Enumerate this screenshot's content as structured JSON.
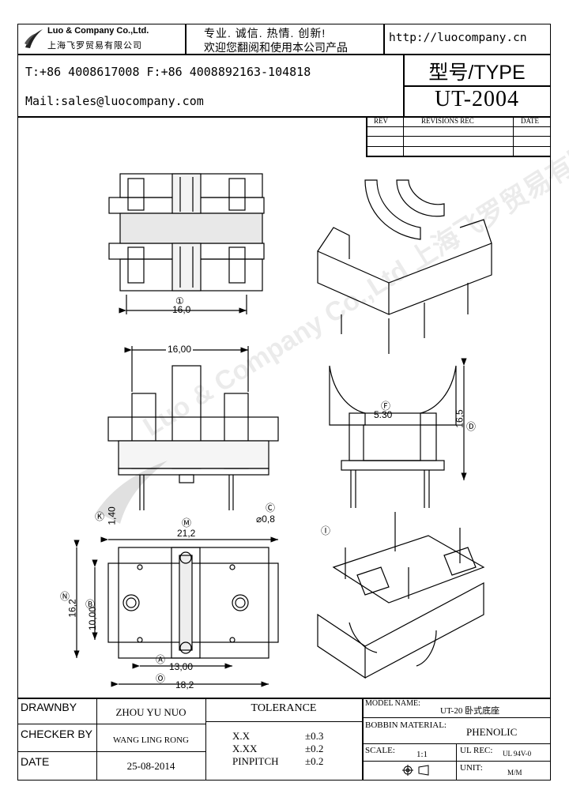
{
  "header": {
    "company_en": "Luo & Company Co.,Ltd.",
    "company_cn": "上海飞罗贸易有限公司",
    "slogan_line1": "专业. 诚信. 热情. 创新!",
    "slogan_line2": "欢迎您翻阅和使用本公司产品",
    "website": "http://luocompany.cn",
    "phone_fax": "T:+86 4008617008 F:+86 4008892163-104818",
    "mail": "Mail:sales@luocompany.com",
    "type_label": "型号/TYPE",
    "model": "UT-2004"
  },
  "revisions": {
    "col_rev": "REV",
    "col_rec": "REVISIONS REC",
    "col_date": "DATE"
  },
  "drawing": {
    "watermark": "Luo & Company Co.,Ltd 上海飞罗贸易有限公司",
    "dims": {
      "top_width": "16,0",
      "top_label": "①",
      "front_width": "16,00",
      "side_slot": "5.30",
      "side_slot_tag": "Ⓕ",
      "side_height": "16,5",
      "side_height_tag": "Ⓓ",
      "pin_len": "1,40",
      "pin_len_tag": "Ⓚ",
      "pin_dia": "⌀0,8",
      "pin_dia_tag": "Ⓒ",
      "side_bottom_tag": "Ⓘ",
      "overall_width": "21,2",
      "overall_width_tag": "Ⓜ",
      "overall_depth": "16,2",
      "overall_depth_tag": "Ⓝ",
      "inner_depth": "10,00",
      "inner_depth_tag": "Ⓑ",
      "pitch_w": "13,00",
      "pitch_w_tag": "Ⓐ",
      "base_w": "18,2",
      "base_w_tag": "Ⓞ"
    }
  },
  "titleblock": {
    "drawnby_label": "DRAWNBY",
    "drawnby": "ZHOU YU NUO",
    "checker_label": "CHECKER BY",
    "checker": "WANG LING RONG",
    "date_label": "DATE",
    "date": "25-08-2014",
    "tolerance_label": "TOLERANCE",
    "tol_xx_label": "X.X",
    "tol_xx": "±0.3",
    "tol_xxx_label": "X.XX",
    "tol_xxx": "±0.2",
    "tol_pin_label": "PINPITCH",
    "tol_pin": "±0.2",
    "model_name_label": "MODEL NAME:",
    "model_name": "UT-20 卧式底座",
    "bobbin_label": "BOBBIN MATERIAL:",
    "bobbin": "PHENOLIC",
    "scale_label": "SCALE:",
    "scale": "1:1",
    "ul_label": "UL REC:",
    "ul": "UL 94V-0",
    "unit_label": "UNIT:",
    "unit": "M/M"
  }
}
